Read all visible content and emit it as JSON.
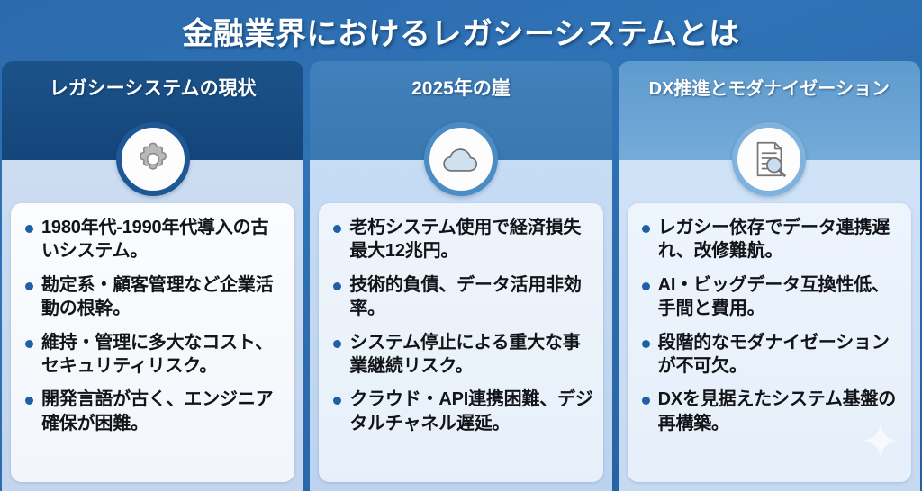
{
  "theme": {
    "background_top": "#2b6aad",
    "background_bottom": "#255f9e",
    "title_color": "#ffffff",
    "bullet_color": "#1f5fa6",
    "body_text_color": "#121418",
    "col1_header": "#16497e",
    "col2_header": "#3a7ab5",
    "col3_header": "#6aa5d4"
  },
  "header": {
    "title": "金融業界におけるレガシーシステムとは"
  },
  "columns": [
    {
      "id": "legacy-current-state",
      "title": "レガシーシステムの現状",
      "icon": "gear-icon",
      "bullets": [
        "1980年代-1990年代導入の古いシステム。",
        "勘定系・顧客管理など企業活動の根幹。",
        "維持・管理に多大なコスト、セキュリティリスク。",
        "開発言語が古く、エンジニア確保が困難。"
      ]
    },
    {
      "id": "cliff-2025",
      "title": "2025年の崖",
      "icon": "cloud-icon",
      "bullets": [
        "老朽システム使用で経済損失最大12兆円。",
        "技術的負債、データ活用非効率。",
        "システム停止による重大な事業継続リスク。",
        "クラウド・API連携困難、デジタルチャネル遅延。"
      ]
    },
    {
      "id": "dx-modernization",
      "title": "DX推進とモダナイゼーション",
      "icon": "document-search-icon",
      "bullets": [
        "レガシー依存でデータ連携遅れ、改修難航。",
        "AI・ビッグデータ互換性低、手間と費用。",
        "段階的なモダナイゼーションが不可欠。",
        "DXを見据えたシステム基盤の再構築。"
      ]
    }
  ],
  "decoration": {
    "sparkle": "sparkle-icon"
  }
}
